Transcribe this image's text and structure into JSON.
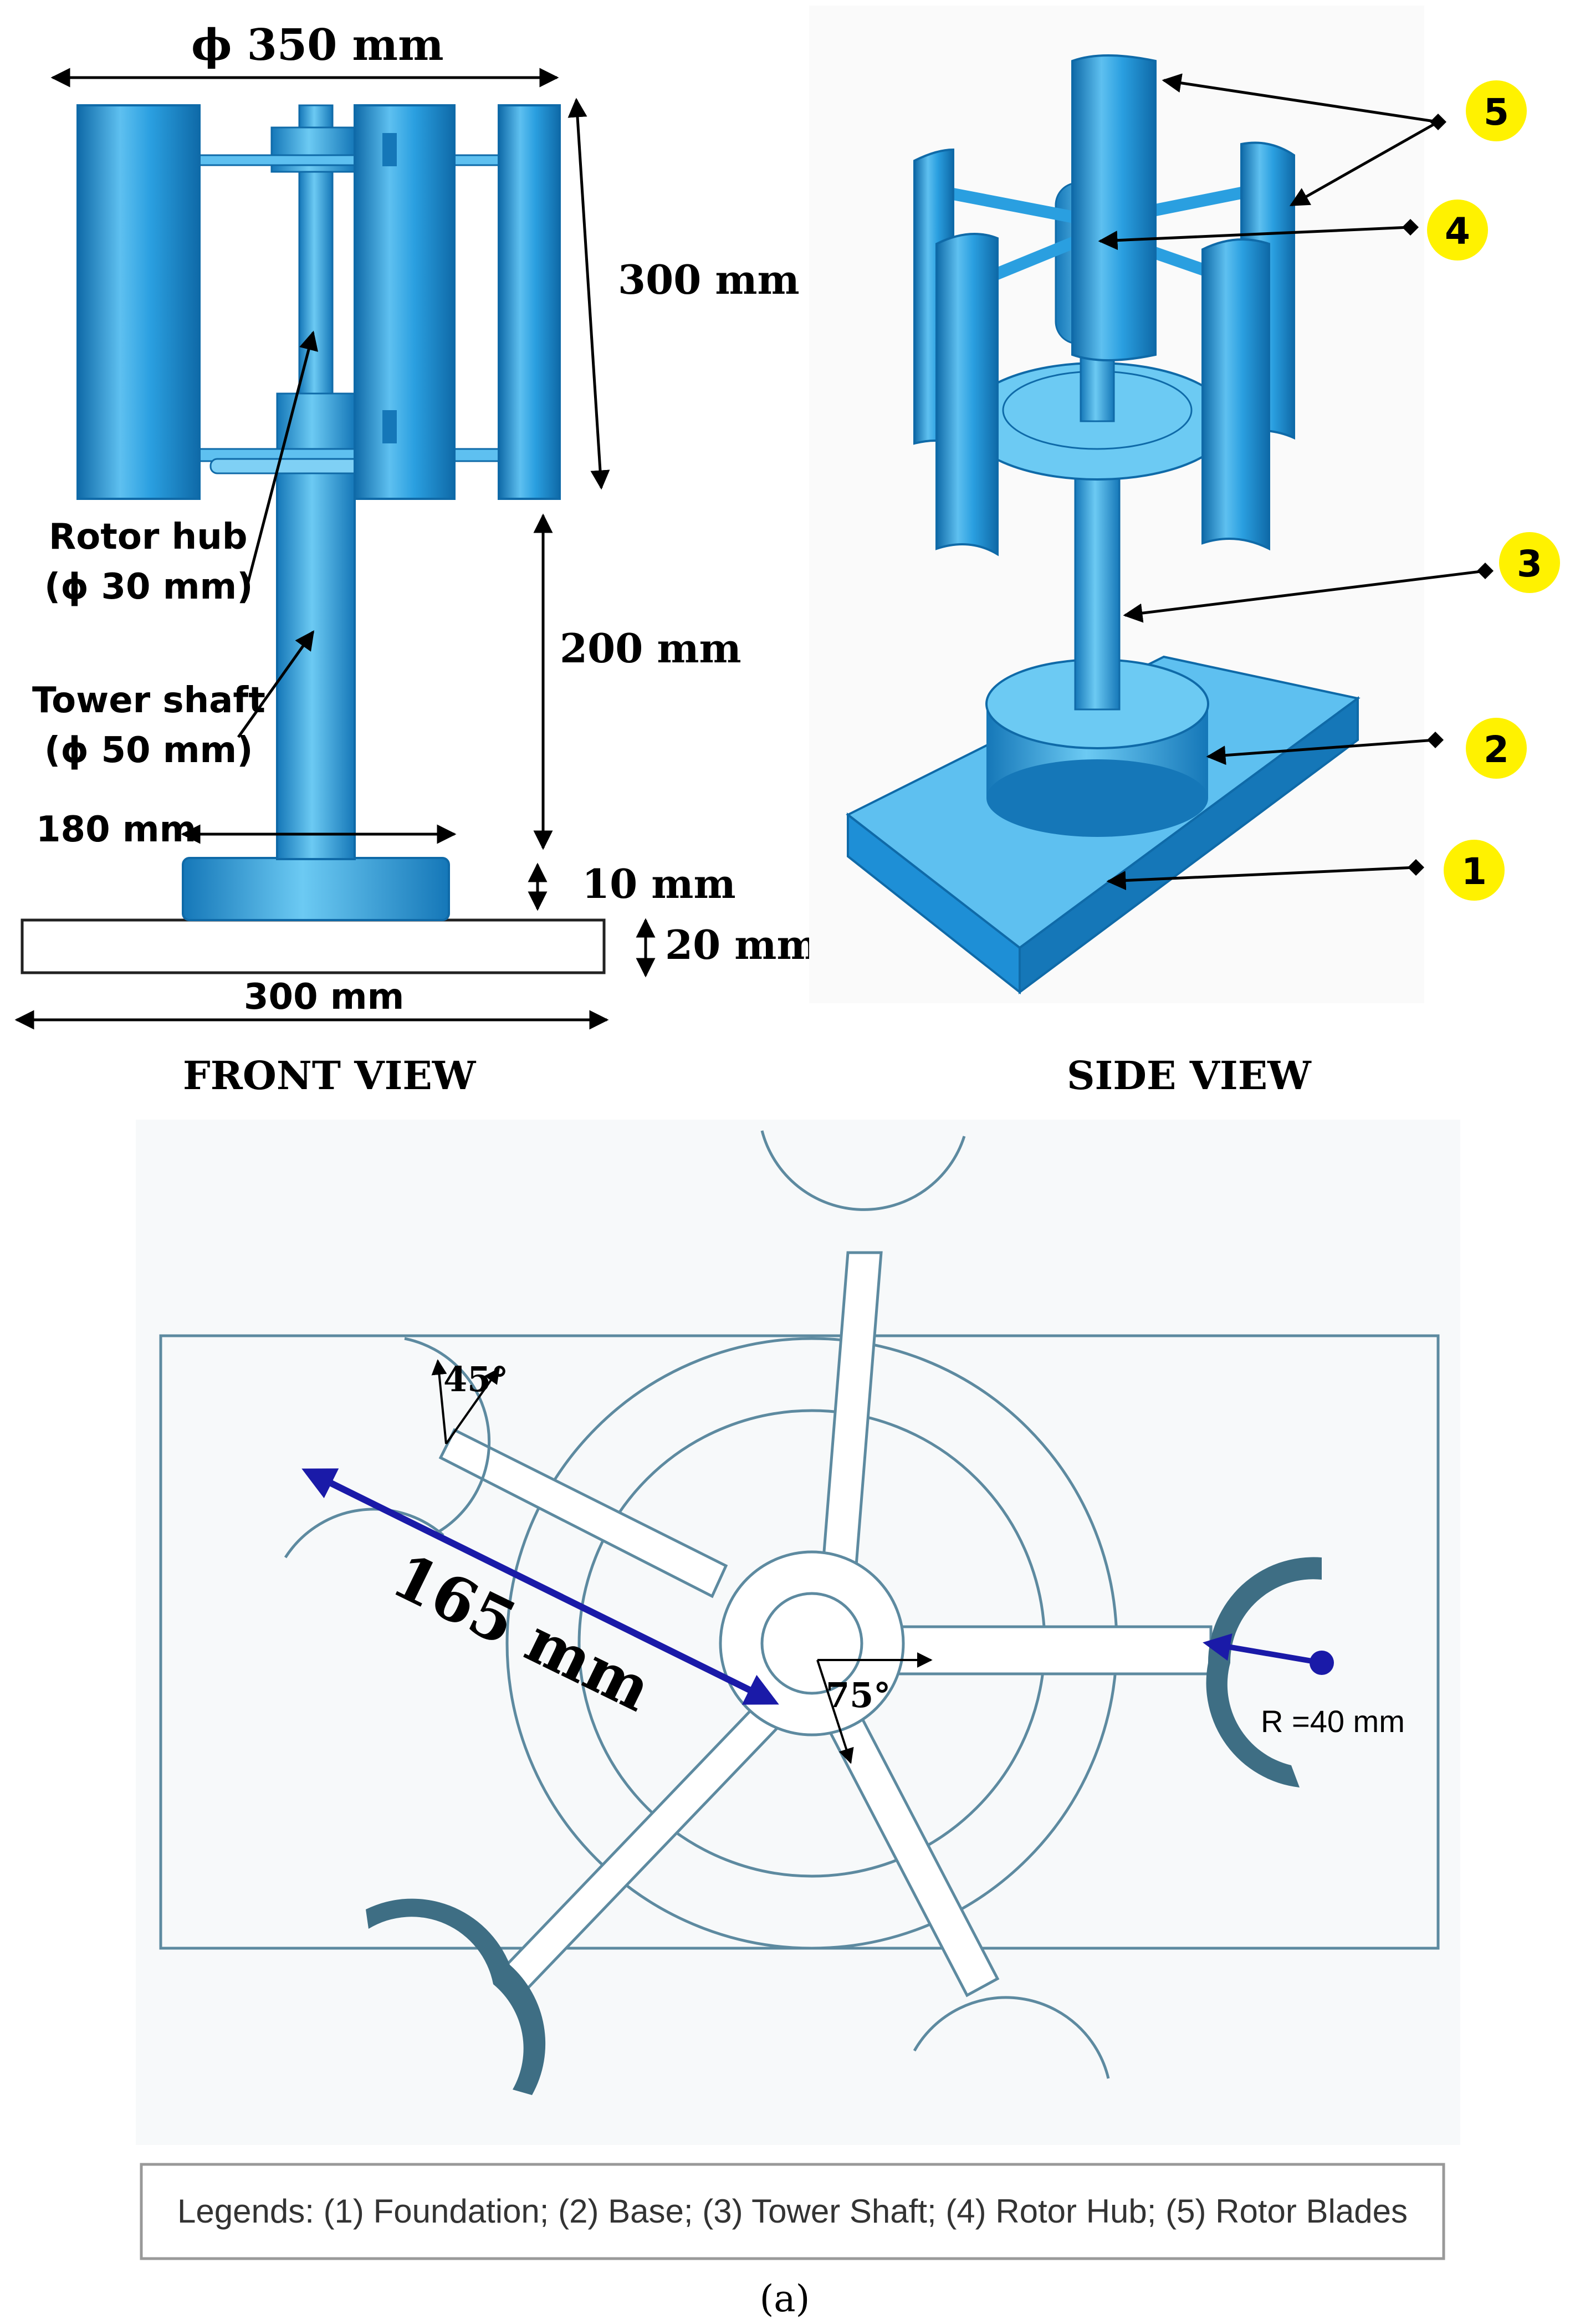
{
  "front_view": {
    "title": "FRONT VIEW",
    "dim_diameter": "ϕ 350 mm",
    "dim_rotor_height": "300 mm",
    "dim_tower_height": "200 mm",
    "dim_base_height": "10 mm",
    "dim_foundation_height": "20 mm",
    "dim_base_width": "180 mm",
    "dim_foundation_width": "300 mm",
    "rotor_hub_label": "Rotor hub",
    "rotor_hub_dim": "(ϕ 30 mm)",
    "tower_shaft_label": "Tower shaft",
    "tower_shaft_dim": "(ϕ 50 mm)"
  },
  "side_view": {
    "title": "SIDE VIEW",
    "callouts": [
      "1",
      "2",
      "3",
      "4",
      "5"
    ]
  },
  "top_view": {
    "arm_length": "165 mm",
    "angle_tip": "45°",
    "angle_hub": "75°",
    "blade_radius": "R =40 mm"
  },
  "legend": {
    "text": "Legends: (1) Foundation; (2) Base; (3) Tower Shaft; (4) Rotor Hub; (5) Rotor Blades"
  },
  "caption": "(a)",
  "colors": {
    "model_blue": "#1e8fd6",
    "model_light": "#5ec0f0",
    "model_dark": "#0f6aa8",
    "callout_yellow": "#fff200",
    "arrow_navy": "#1a1aa8",
    "top_line": "#5d8aa0",
    "blade_fill": "#3e6e84"
  }
}
